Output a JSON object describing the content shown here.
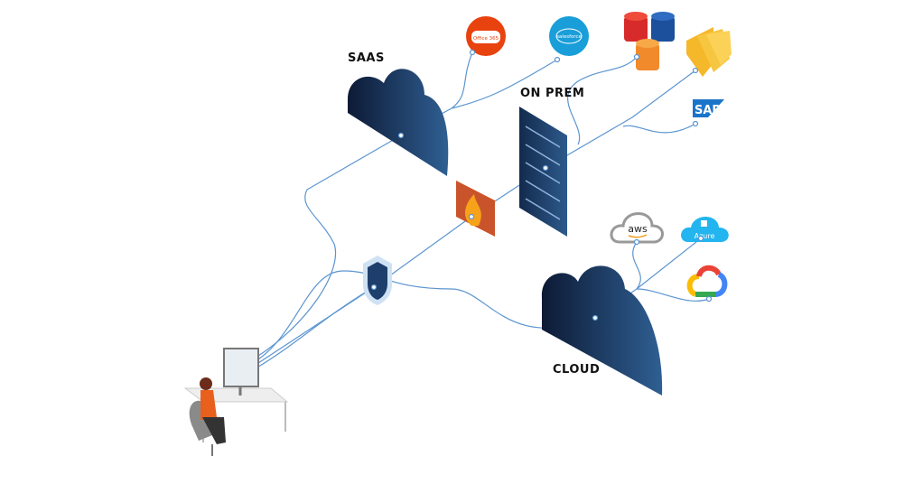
{
  "labels": {
    "saas": "SAAS",
    "on_prem": "ON PREM",
    "cloud": "CLOUD"
  },
  "logos": {
    "office365": "Office 365",
    "salesforce": "salesforce",
    "sap": "SAP",
    "aws": "aws",
    "azure": "Azure"
  },
  "colors": {
    "line": "#5b95d0",
    "cloud_dark": "#0f1f3d",
    "cloud_light": "#2d5a8c",
    "office": "#e8420f",
    "salesforce": "#1a9ed9",
    "azure": "#22b5ef"
  }
}
